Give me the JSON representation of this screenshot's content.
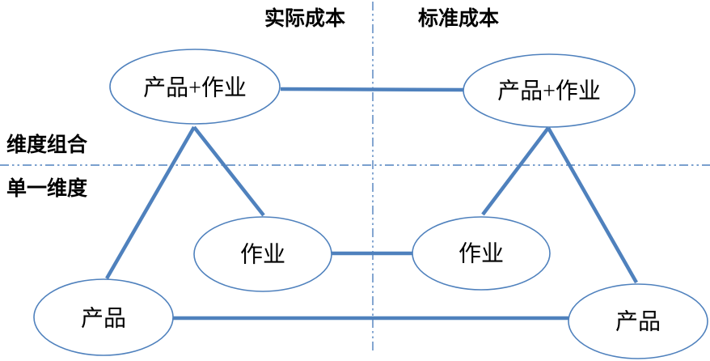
{
  "diagram": {
    "title_implied": "",
    "column_headers": {
      "actual_cost": "实际成本",
      "standard_cost": "标准成本"
    },
    "row_headers": {
      "combined_dimension": "维度组合",
      "single_dimension": "单一维度"
    },
    "nodes": {
      "actual_product_activity": "产品+作业",
      "standard_product_activity": "产品+作业",
      "actual_activity": "作业",
      "standard_activity": "作业",
      "actual_product": "产品",
      "standard_product": "产品"
    },
    "colors": {
      "accent_line": "#4f81bd",
      "node_fill": "#ffffff",
      "text": "#000000",
      "background": "#ffffff"
    }
  }
}
